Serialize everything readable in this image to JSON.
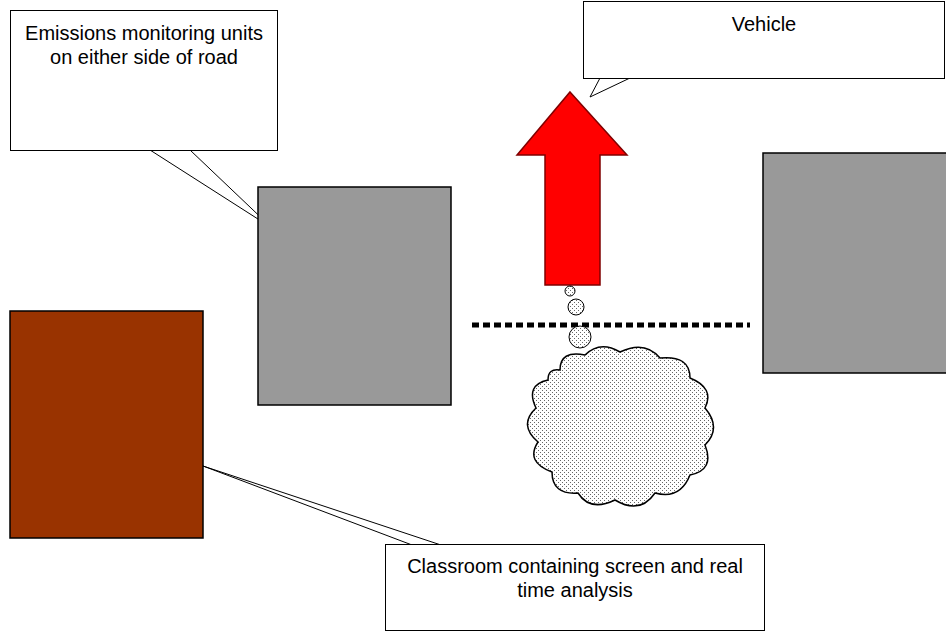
{
  "diagram": {
    "nodes": [
      {
        "text": [
          "Emissions monitoring units on either side of road"
        ]
      },
      {
        "text": [
          "Vehicle"
        ]
      },
      {
        "text": [
          "Classroom containing screen and real time analysis"
        ]
      }
    ]
  }
}
